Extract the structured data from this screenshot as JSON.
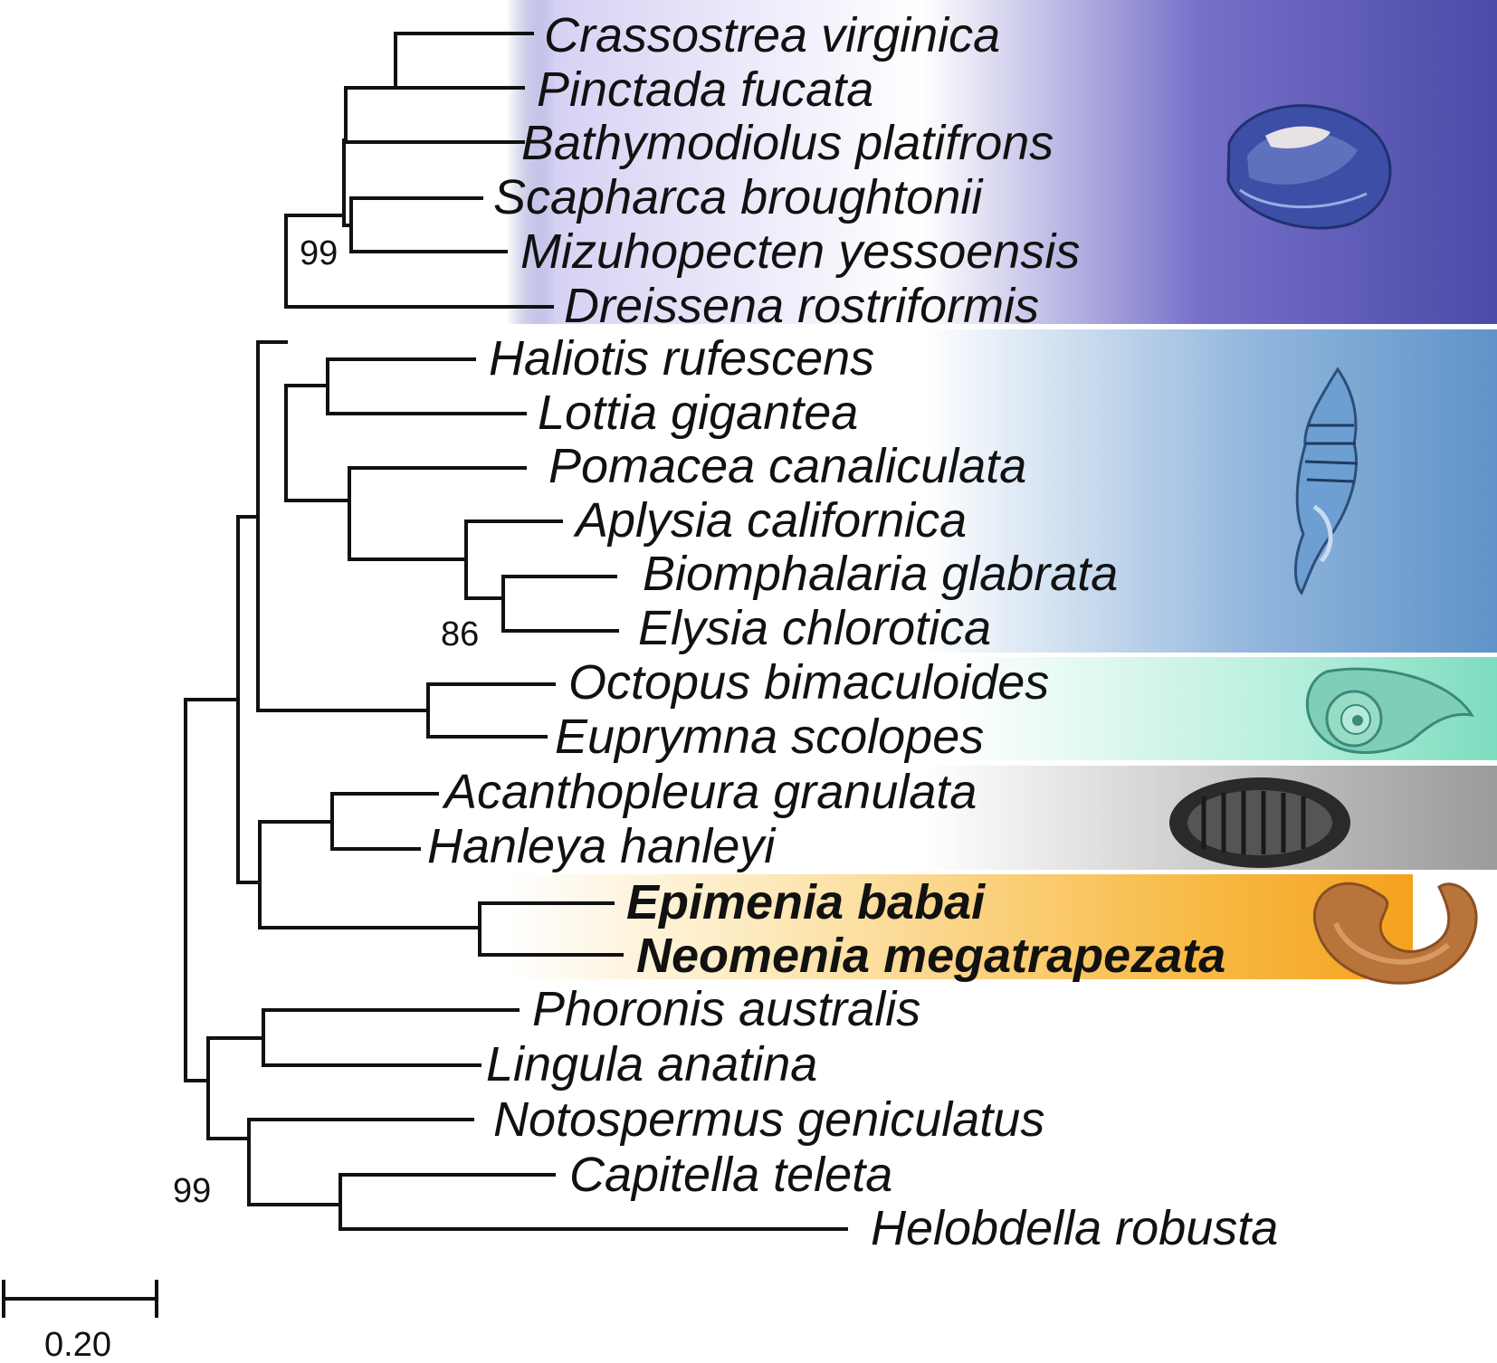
{
  "tree": {
    "taxa": [
      {
        "name": "Crassostrea virginica",
        "bold": false
      },
      {
        "name": "Pinctada fucata",
        "bold": false
      },
      {
        "name": "Bathymodiolus platifrons",
        "bold": false
      },
      {
        "name": "Scapharca broughtonii",
        "bold": false
      },
      {
        "name": "Mizuhopecten yessoensis",
        "bold": false
      },
      {
        "name": "Dreissena rostriformis",
        "bold": false
      },
      {
        "name": "Haliotis rufescens",
        "bold": false
      },
      {
        "name": "Lottia gigantea",
        "bold": false
      },
      {
        "name": "Pomacea canaliculata",
        "bold": false
      },
      {
        "name": "Aplysia californica",
        "bold": false
      },
      {
        "name": "Biomphalaria glabrata",
        "bold": false
      },
      {
        "name": "Elysia chlorotica",
        "bold": false
      },
      {
        "name": "Octopus bimaculoides",
        "bold": false
      },
      {
        "name": "Euprymna scolopes",
        "bold": false
      },
      {
        "name": "Acanthopleura granulata",
        "bold": false
      },
      {
        "name": "Hanleya hanleyi",
        "bold": false
      },
      {
        "name": "Epimenia babai",
        "bold": true
      },
      {
        "name": "Neomenia megatrapezata",
        "bold": true
      },
      {
        "name": "Phoronis australis",
        "bold": false
      },
      {
        "name": "Lingula anatina",
        "bold": false
      },
      {
        "name": "Notospermus geniculatus",
        "bold": false
      },
      {
        "name": "Capitella teleta",
        "bold": false
      },
      {
        "name": "Helobdella robusta",
        "bold": false
      }
    ],
    "support_values": [
      "99",
      "86",
      "99"
    ]
  },
  "scale_bar": {
    "label": "0.20",
    "value": 0.2
  },
  "clade_bands": [
    {
      "group": "bivalves",
      "color": "#4f4fae",
      "icon": "bivalve-shell-icon"
    },
    {
      "group": "gastropods",
      "color": "#5f93c8",
      "icon": "conch-shell-icon"
    },
    {
      "group": "cephalopods",
      "color": "#78dcbe",
      "icon": "nautilus-shell-icon"
    },
    {
      "group": "chitons",
      "color": "#9a9a9a",
      "icon": "chiton-icon"
    },
    {
      "group": "aplacophorans",
      "color": "#f5a21e",
      "icon": "aplacophoran-icon"
    }
  ]
}
